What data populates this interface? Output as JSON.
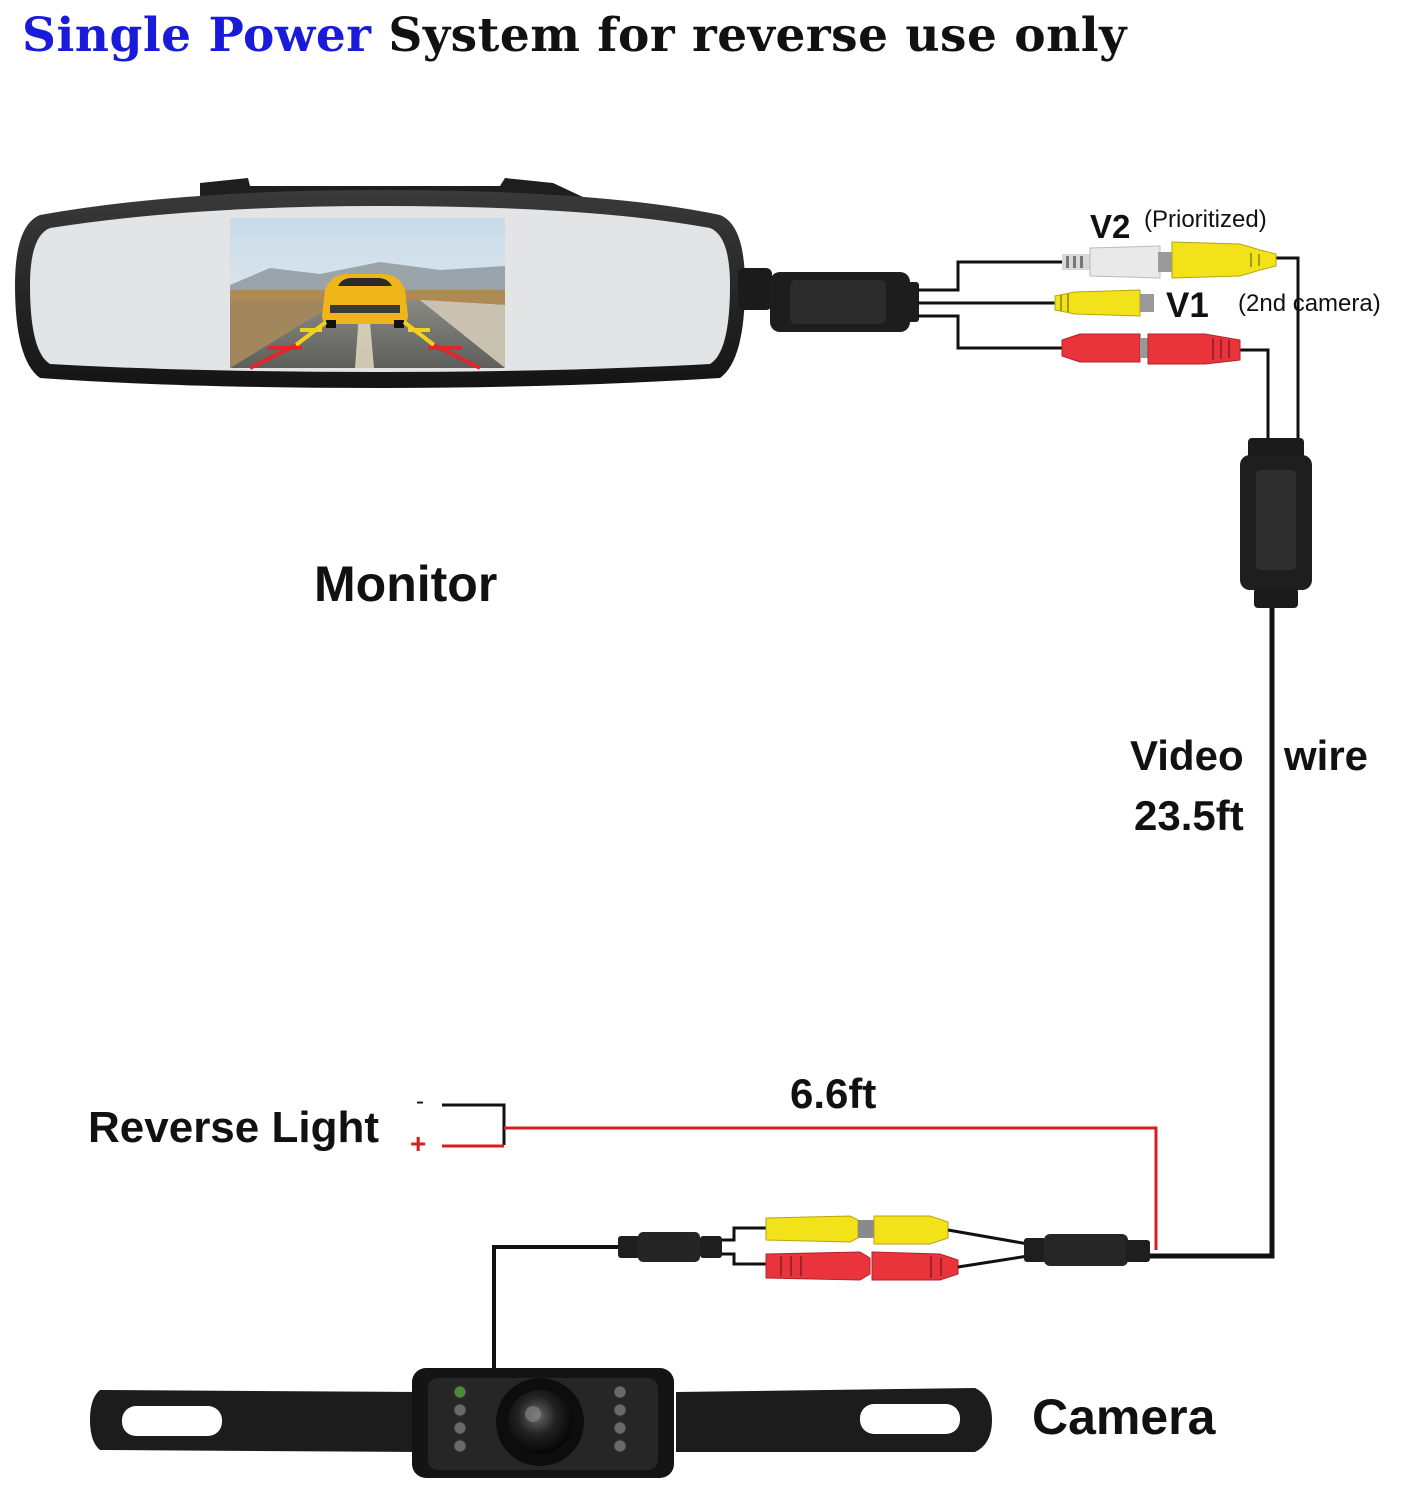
{
  "title": {
    "highlight": "Single Power",
    "rest": "System for reverse use only"
  },
  "labels": {
    "v2": "V2",
    "v2_note": "(Prioritized)",
    "v1": "V1",
    "v1_note": "(2nd camera)",
    "monitor": "Monitor",
    "video_wire_a": "Video",
    "video_wire_b": "wire",
    "video_wire_len": "23.5ft",
    "power_len": "6.6ft",
    "reverse_light": "Reverse Light",
    "minus": "-",
    "plus": "+",
    "camera": "Camera"
  },
  "colors": {
    "title_highlight": "#1a1adb",
    "rca_yellow": "#f2e21a",
    "rca_red": "#e8343a",
    "rca_white": "#e9e9e9",
    "power_wire": "#d41f1f",
    "cable": "#111111"
  }
}
